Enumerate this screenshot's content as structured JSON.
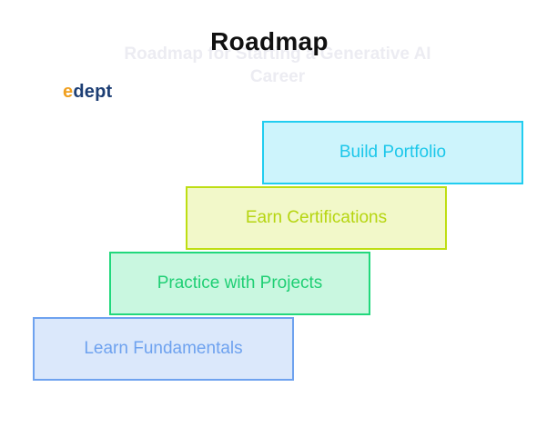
{
  "title": "Roadmap",
  "subtitle": {
    "line1": "Roadmap for Starting a Generative AI",
    "line2": "Career"
  },
  "logo": {
    "mark": "e",
    "text": "dept"
  },
  "steps": [
    {
      "label": "Learn Fundamentals",
      "color": "#6ea2ef"
    },
    {
      "label": "Practice with Projects",
      "color": "#21d87c"
    },
    {
      "label": "Earn Certifications",
      "color": "#bede12"
    },
    {
      "label": "Build Portfolio",
      "color": "#21cdf0"
    }
  ]
}
